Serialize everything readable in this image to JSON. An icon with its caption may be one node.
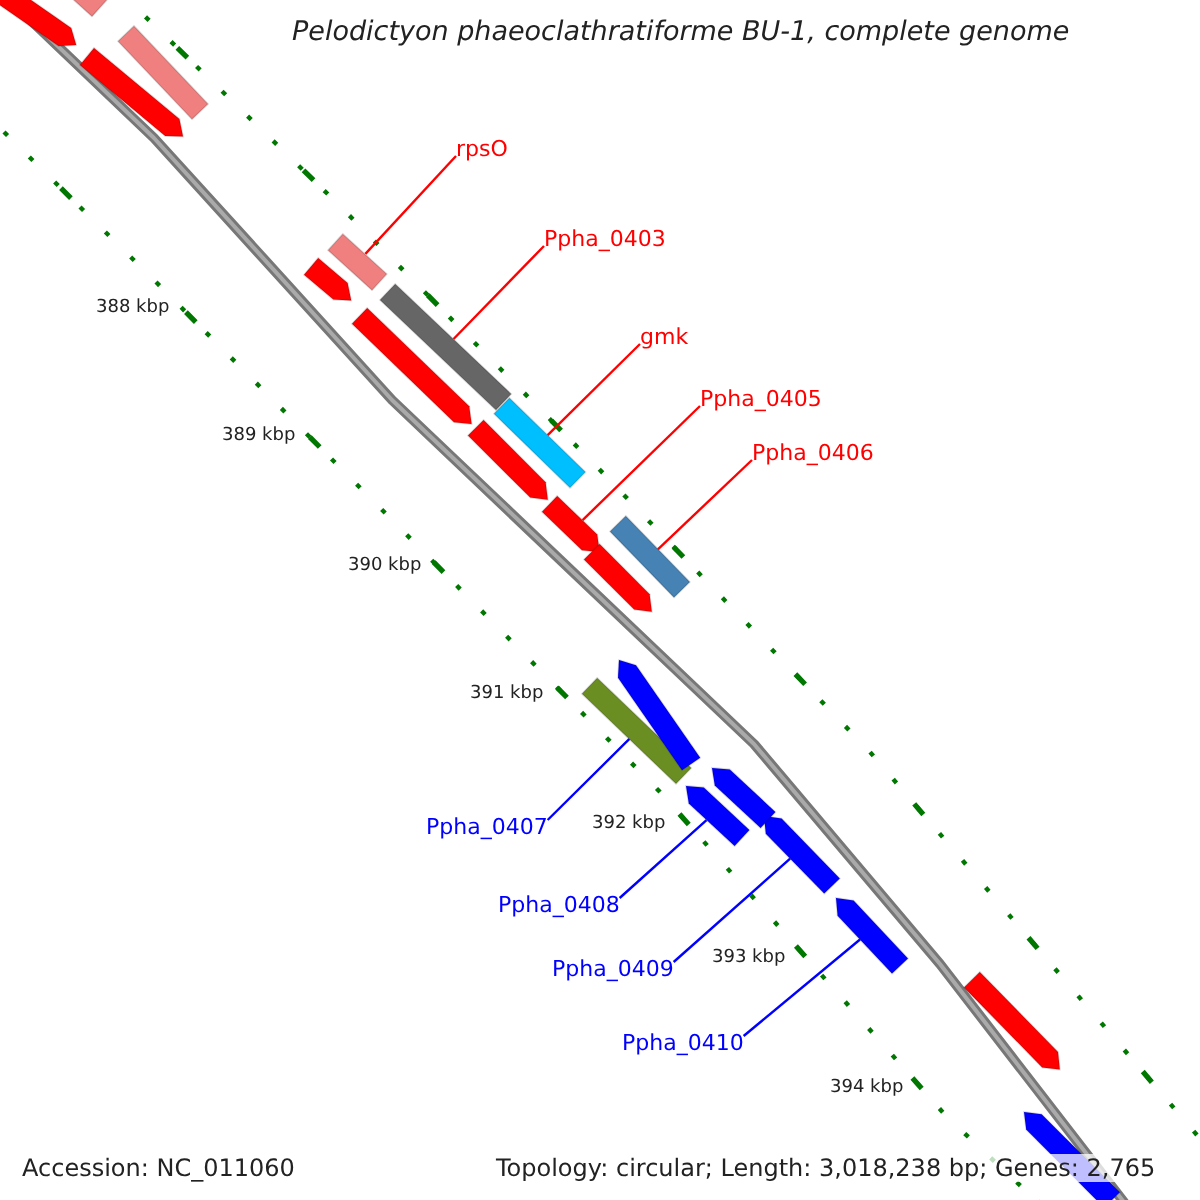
{
  "diagram": {
    "title": "Pelodictyon phaeoclathratiforme BU-1, complete genome",
    "nodes": [
      {
        "text": [
          "rpsO"
        ]
      },
      {
        "text": [
          "Ppha_0403"
        ]
      },
      {
        "text": [
          "gmk"
        ]
      },
      {
        "text": [
          "Ppha_0405"
        ]
      },
      {
        "text": [
          "Ppha_0406"
        ]
      },
      {
        "text": [
          "Ppha_0407"
        ]
      },
      {
        "text": [
          "Ppha_0408"
        ]
      },
      {
        "text": [
          "Ppha_0409"
        ]
      },
      {
        "text": [
          "Ppha_0410"
        ]
      },
      {
        "text": [],
        "shape": "bar"
      },
      {
        "text": [],
        "shape": "bar"
      },
      {
        "text": [],
        "shape": "bar"
      },
      {
        "text": [],
        "shape": "bar"
      },
      {
        "text": [],
        "shape": "bar"
      },
      {
        "text": [],
        "shape": "bar"
      },
      {
        "text": [],
        "shape": "bar"
      },
      {
        "text": [],
        "shape": "bar"
      },
      {
        "text": [],
        "shape": "bar"
      },
      {
        "text": [],
        "shape": "bar"
      },
      {
        "text": [],
        "shape": "bar"
      },
      {
        "text": [],
        "shape": "bar"
      },
      {
        "text": [],
        "shape": "bar"
      },
      {
        "text": [],
        "shape": "bar"
      },
      {
        "text": [],
        "shape": "bar"
      },
      {
        "text": [],
        "shape": "bar"
      },
      {
        "text": [],
        "shape": "bar"
      },
      {
        "text": [],
        "shape": "bar"
      },
      {
        "text": [],
        "shape": "bar"
      },
      {
        "text": [],
        "shape": "bar"
      },
      {
        "text": [],
        "shape": "bar"
      }
    ],
    "edges": [
      {
        "from": 0,
        "to": 9,
        "arrow": "none"
      },
      {
        "from": 1,
        "to": 10,
        "arrow": "none"
      },
      {
        "from": 2,
        "to": 11,
        "arrow": "none"
      },
      {
        "from": 3,
        "to": 12,
        "arrow": "none"
      },
      {
        "from": 4,
        "to": 13,
        "arrow": "none"
      },
      {
        "from": 5,
        "to": 14,
        "arrow": "none",
        "color": "#0000ff"
      },
      {
        "from": 6,
        "to": 15,
        "arrow": "none",
        "color": "#0000ff"
      },
      {
        "from": 7,
        "to": 16,
        "arrow": "none",
        "color": "#0000ff"
      },
      {
        "from": 8,
        "to": 17,
        "arrow": "none",
        "color": "#0000ff"
      }
    ],
    "labels": [
      "388 kbp",
      "389 kbp",
      "390 kbp",
      "391 kbp",
      "392 kbp",
      "393 kbp",
      "394 kbp",
      "Accession: NC_011060",
      "Topology: circular; Length: 3,018,238 bp; Genes: 2,765"
    ]
  }
}
